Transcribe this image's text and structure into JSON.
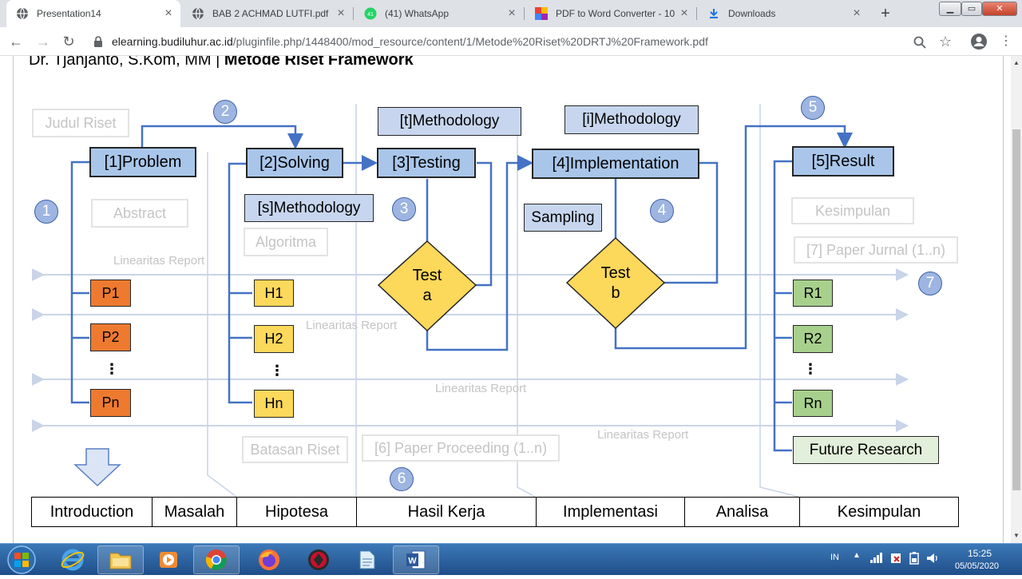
{
  "tabs": [
    {
      "title": "Presentation14",
      "icon": "globe-icon",
      "active": true
    },
    {
      "title": "BAB 2 ACHMAD LUTFI.pdf",
      "icon": "globe-icon",
      "active": false
    },
    {
      "title": "(41) WhatsApp",
      "icon": "whatsapp-icon",
      "badge": "41",
      "active": false
    },
    {
      "title": "PDF to Word Converter - 10",
      "icon": "pdf-converter-icon",
      "active": false
    },
    {
      "title": "Downloads",
      "icon": "download-icon",
      "active": false
    }
  ],
  "toolbar": {
    "url_host": "elearning.budiluhur.ac.id",
    "url_path": "/pluginfile.php/1448400/mod_resource/content/1/Metode%20Riset%20DRTJ%20Framework.pdf"
  },
  "document": {
    "header_author": "Dr. Tjahjanto, S.Kom, MM | ",
    "header_title": "Metode Riset Framework",
    "stages": {
      "problem": "[1]Problem",
      "solving": "[2]Solving",
      "testing": "[3]Testing",
      "implementation": "[4]Implementation",
      "result": "[5]Result"
    },
    "methodologies": {
      "t": "[t]Methodology",
      "i": "[i]Methodology",
      "s": "[s]Methodology",
      "sampling": "Sampling"
    },
    "ghost_boxes": {
      "judul": "Judul Riset",
      "abstract": "Abstract",
      "algoritma": "Algoritma",
      "kesimpulan": "Kesimpulan",
      "paper_jurnal": "[7] Paper Jurnal (1..n)",
      "batasan": "Batasan Riset",
      "paper_proceeding": "[6] Paper Proceeding (1..n)"
    },
    "circles": [
      "1",
      "2",
      "3",
      "4",
      "5",
      "6",
      "7"
    ],
    "linearitas": "Linearitas Report",
    "diamonds": {
      "a_line1": "Test",
      "a_line2": "a",
      "b_line1": "Test",
      "b_line2": "b"
    },
    "problems": [
      "P1",
      "P2",
      "Pn"
    ],
    "hypotheses": [
      "H1",
      "H2",
      "Hn"
    ],
    "results": [
      "R1",
      "R2",
      "Rn"
    ],
    "vdots": "⋮",
    "future_research": "Future Research",
    "categories": [
      "Introduction",
      "Masalah",
      "Hipotesa",
      "Hasil Kerja",
      "Implementasi",
      "Analisa",
      "Kesimpulan"
    ]
  },
  "taskbar": {
    "lang": "IN",
    "time": "15:25",
    "date": "05/05/2020"
  },
  "colors": {
    "stage_blue": "#a9c6ea",
    "orange": "#ee7a30",
    "yellow": "#fcd85b",
    "green": "#a8d08d",
    "circle": "#9db5e0",
    "connector": "#4472c4"
  }
}
